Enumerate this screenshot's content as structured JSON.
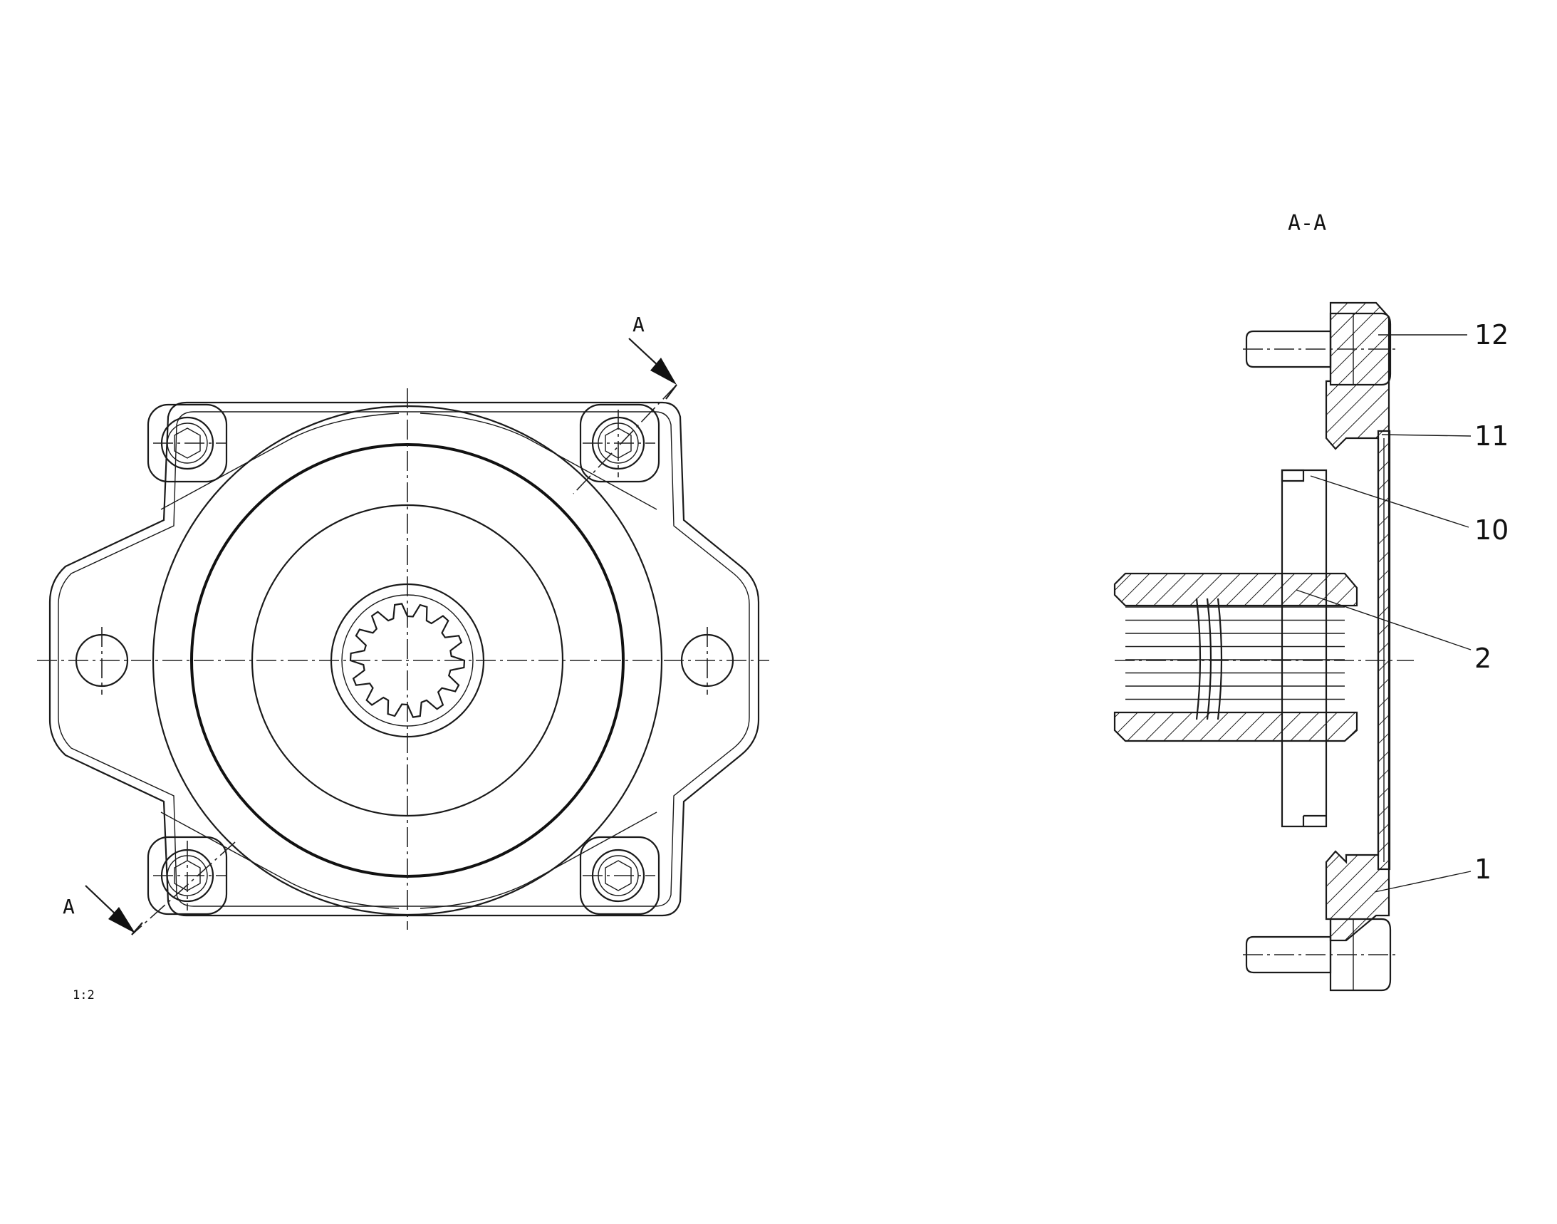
{
  "drawing": {
    "section_title": "A-A",
    "section_marker_top": "A",
    "section_marker_bottom": "A",
    "scale_label": "1:2",
    "callouts": [
      {
        "label": "12"
      },
      {
        "label": "11"
      },
      {
        "label": "10"
      },
      {
        "label": "2"
      },
      {
        "label": "1"
      }
    ]
  },
  "colors": {
    "line": "#1a1a1a",
    "background": "#ffffff"
  }
}
